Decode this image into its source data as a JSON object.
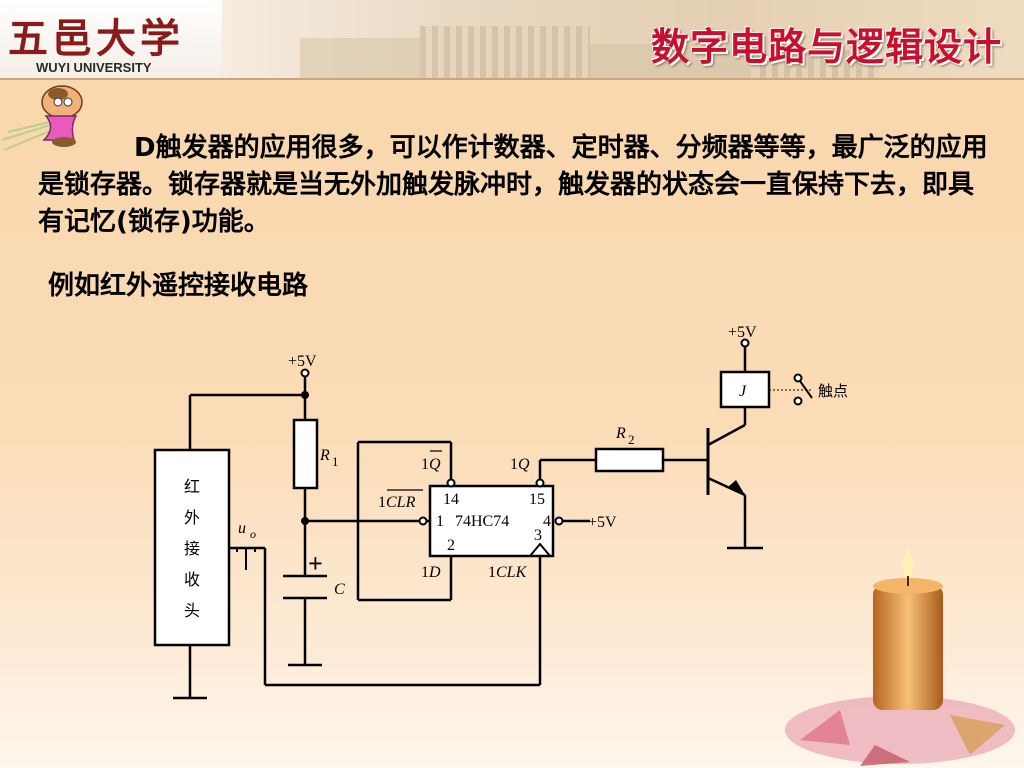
{
  "header": {
    "logo_cn": "五邑大学",
    "logo_en": "WUYI UNIVERSITY",
    "course_title": "数字电路与逻辑设计"
  },
  "body": {
    "paragraph": "D触发器的应用很多，可以作计数器、定时器、分频器等等，最广泛的应用是锁存器。锁存器就是当无外加触发脉冲时，触发器的状态会一直保持下去，即具有记忆(锁存)功能。",
    "example_title": "例如红外遥控接收电路"
  },
  "circuit": {
    "supply_left": "+5V",
    "supply_right": "+5V",
    "supply_pin4": "+5V",
    "receiver_chars": [
      "红",
      "外",
      "接",
      "收",
      "头"
    ],
    "output_label": "u",
    "output_sub": "o",
    "r1": "R",
    "r1_sub": "1",
    "r2": "R",
    "r2_sub": "2",
    "capacitor": "C",
    "cap_plus": "+",
    "relay": "J",
    "contact_label": "触点",
    "chip_name": "74HC74",
    "pin_14": "14",
    "pin_15": "15",
    "pin_1": "1",
    "pin_2": "2",
    "pin_3": "3",
    "pin_4": "4",
    "lbl_1q_bar_prefix": "1",
    "lbl_1q_bar": "Q",
    "lbl_1q_prefix": "1",
    "lbl_1q": "Q",
    "lbl_1clr_prefix": "1",
    "lbl_1clr": "CLR",
    "lbl_1d_prefix": "1",
    "lbl_1d": "D",
    "lbl_1clk_prefix": "1",
    "lbl_1clk": "CLK"
  },
  "colors": {
    "title": "#c8102e",
    "logo": "#8b1a1a",
    "background": "#fbdcb6"
  }
}
